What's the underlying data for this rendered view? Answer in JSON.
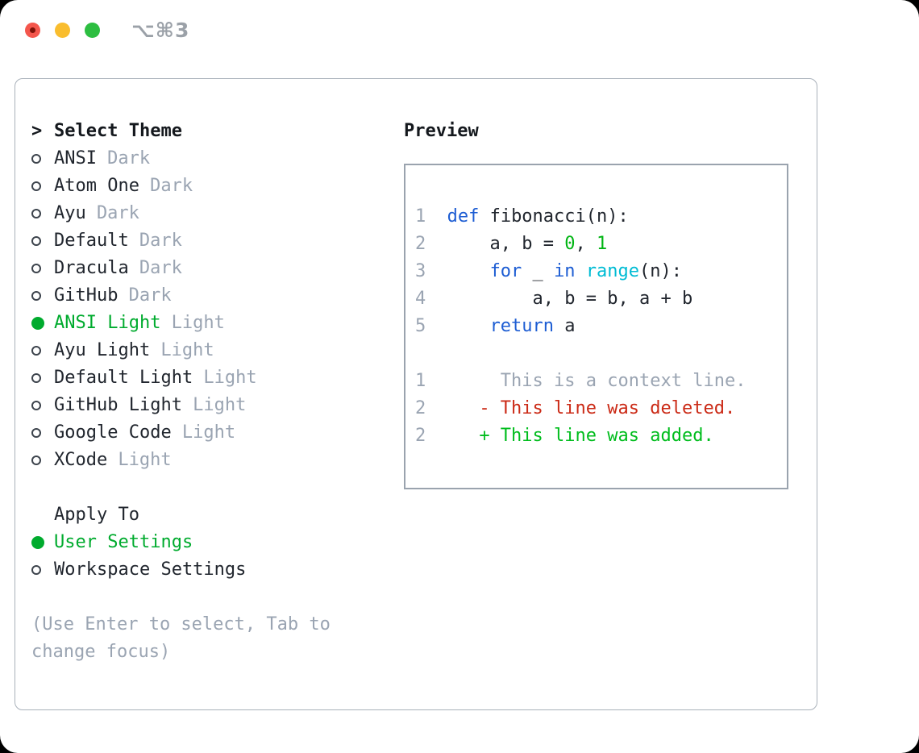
{
  "titlebar": {
    "title": "⌥⌘3"
  },
  "theme_list": {
    "header_prefix": ">",
    "header": "Select Theme",
    "items": [
      {
        "name": "ANSI",
        "variant": "Dark",
        "selected": false
      },
      {
        "name": "Atom One",
        "variant": "Dark",
        "selected": false
      },
      {
        "name": "Ayu",
        "variant": "Dark",
        "selected": false
      },
      {
        "name": "Default",
        "variant": "Dark",
        "selected": false
      },
      {
        "name": "Dracula",
        "variant": "Dark",
        "selected": false
      },
      {
        "name": "GitHub",
        "variant": "Dark",
        "selected": false
      },
      {
        "name": "ANSI Light",
        "variant": "Light",
        "selected": true
      },
      {
        "name": "Ayu Light",
        "variant": "Light",
        "selected": false
      },
      {
        "name": "Default Light",
        "variant": "Light",
        "selected": false
      },
      {
        "name": "GitHub Light",
        "variant": "Light",
        "selected": false
      },
      {
        "name": "Google Code",
        "variant": "Light",
        "selected": false
      },
      {
        "name": "XCode",
        "variant": "Light",
        "selected": false
      }
    ]
  },
  "apply_to": {
    "header": "Apply To",
    "options": [
      {
        "name": "User Settings",
        "selected": true
      },
      {
        "name": "Workspace Settings",
        "selected": false
      }
    ]
  },
  "hint": "(Use Enter to select, Tab to change focus)",
  "preview": {
    "title": "Preview",
    "code_lines": [
      {
        "num": "1",
        "tokens": [
          {
            "t": "def",
            "c": "kw"
          },
          {
            "t": " fibonacci(n):",
            "c": "fg"
          }
        ]
      },
      {
        "num": "2",
        "tokens": [
          {
            "t": "    a, b = ",
            "c": "fg"
          },
          {
            "t": "0",
            "c": "num"
          },
          {
            "t": ", ",
            "c": "fg"
          },
          {
            "t": "1",
            "c": "num"
          }
        ]
      },
      {
        "num": "3",
        "tokens": [
          {
            "t": "    ",
            "c": "fg"
          },
          {
            "t": "for",
            "c": "kw"
          },
          {
            "t": " _ ",
            "c": "fg"
          },
          {
            "t": "in",
            "c": "kw"
          },
          {
            "t": " ",
            "c": "fg"
          },
          {
            "t": "range",
            "c": "builtin"
          },
          {
            "t": "(n):",
            "c": "fg"
          }
        ]
      },
      {
        "num": "4",
        "tokens": [
          {
            "t": "        a, b = b, a + b",
            "c": "fg"
          }
        ]
      },
      {
        "num": "5",
        "tokens": [
          {
            "t": "    ",
            "c": "fg"
          },
          {
            "t": "return",
            "c": "kw"
          },
          {
            "t": " a",
            "c": "fg"
          }
        ]
      },
      {
        "num": "",
        "tokens": []
      },
      {
        "num": "1",
        "tokens": [
          {
            "t": "     This is a context line.",
            "c": "ctx"
          }
        ]
      },
      {
        "num": "2",
        "tokens": [
          {
            "t": "   - This line was deleted.",
            "c": "del"
          }
        ]
      },
      {
        "num": "2",
        "tokens": [
          {
            "t": "   + This line was added.",
            "c": "add"
          }
        ]
      }
    ]
  },
  "colors": {
    "text_dark": "#21262e",
    "muted_gray": "#9aa4b2",
    "selection_green": "#00ab2e",
    "keyword_blue": "#1d5dd3",
    "builtin_cyan": "#00bcd4",
    "number_green": "#00b513",
    "deleted_red": "#cb2a16",
    "added_green": "#00bd1d"
  }
}
